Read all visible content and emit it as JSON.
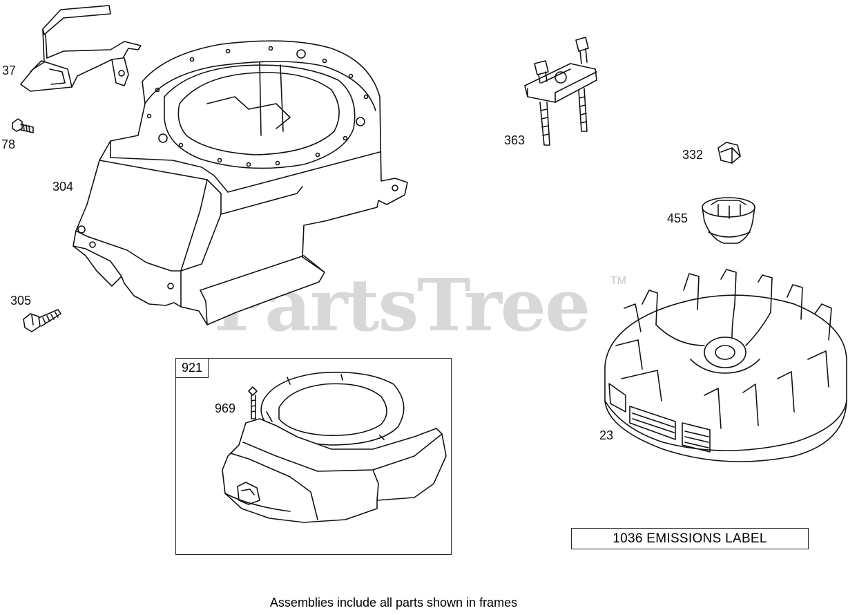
{
  "watermark": {
    "brand": "PartsTree",
    "tm": "TM"
  },
  "callouts": {
    "p37": "37",
    "p78": "78",
    "p304": "304",
    "p305": "305",
    "p363": "363",
    "p332": "332",
    "p455": "455",
    "p23": "23",
    "p969": "969"
  },
  "frame": {
    "id": "921"
  },
  "emissions_label": "1036 EMISSIONS LABEL",
  "footnote": "Assemblies include all parts shown in frames"
}
